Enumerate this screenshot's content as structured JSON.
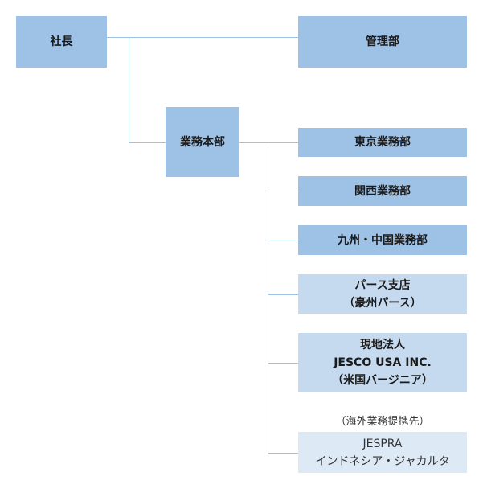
{
  "org": {
    "president": "社長",
    "admin": "管理部",
    "business": "業務本部",
    "tokyo": "東京業務部",
    "kansai": "関西業務部",
    "kyushu": "九州・中国業務部",
    "perth": {
      "line1": "パース支店",
      "line2": "（豪州パース）"
    },
    "usa": {
      "line1": "現地法人",
      "line2": "JESCO USA INC.",
      "line3": "（米国バージニア）"
    },
    "partner_note": "（海外業務提携先）",
    "jespra": {
      "line1": "JESPRA",
      "line2": "インドネシア・ジャカルタ"
    }
  },
  "colors": {
    "primary_box": "#9ec1e6",
    "secondary_box": "#c5d9ef",
    "partner_box": "#dde9f5",
    "connector": "#9ec1e6"
  }
}
